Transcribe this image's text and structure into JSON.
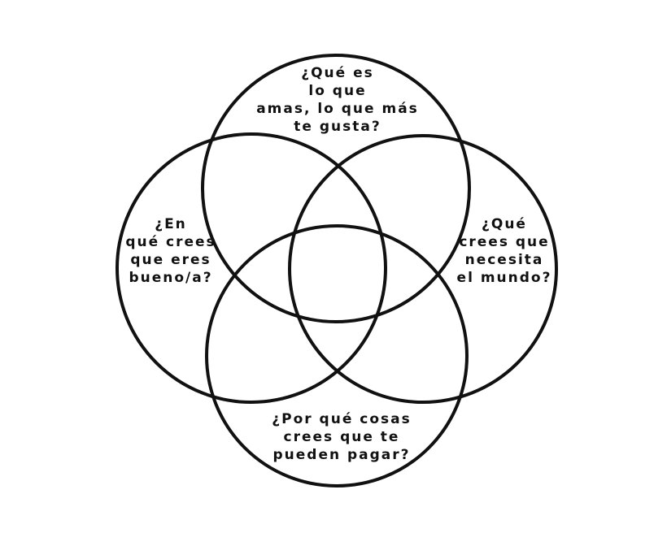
{
  "diagram": {
    "circles": {
      "top": {
        "question_lines": [
          "¿Qué es",
          "lo que",
          "amas, lo que más",
          "te gusta?"
        ]
      },
      "left": {
        "question_lines": [
          "¿En",
          "qué crees",
          "que eres",
          "bueno/a?"
        ]
      },
      "right": {
        "question_lines": [
          "¿Qué",
          "crees que",
          "necesita",
          "el mundo?"
        ]
      },
      "bottom": {
        "question_lines": [
          "¿Por qué cosas",
          "crees que te",
          "pueden pagar?"
        ]
      }
    },
    "stroke_color": "#111111",
    "background_color": "#ffffff"
  }
}
